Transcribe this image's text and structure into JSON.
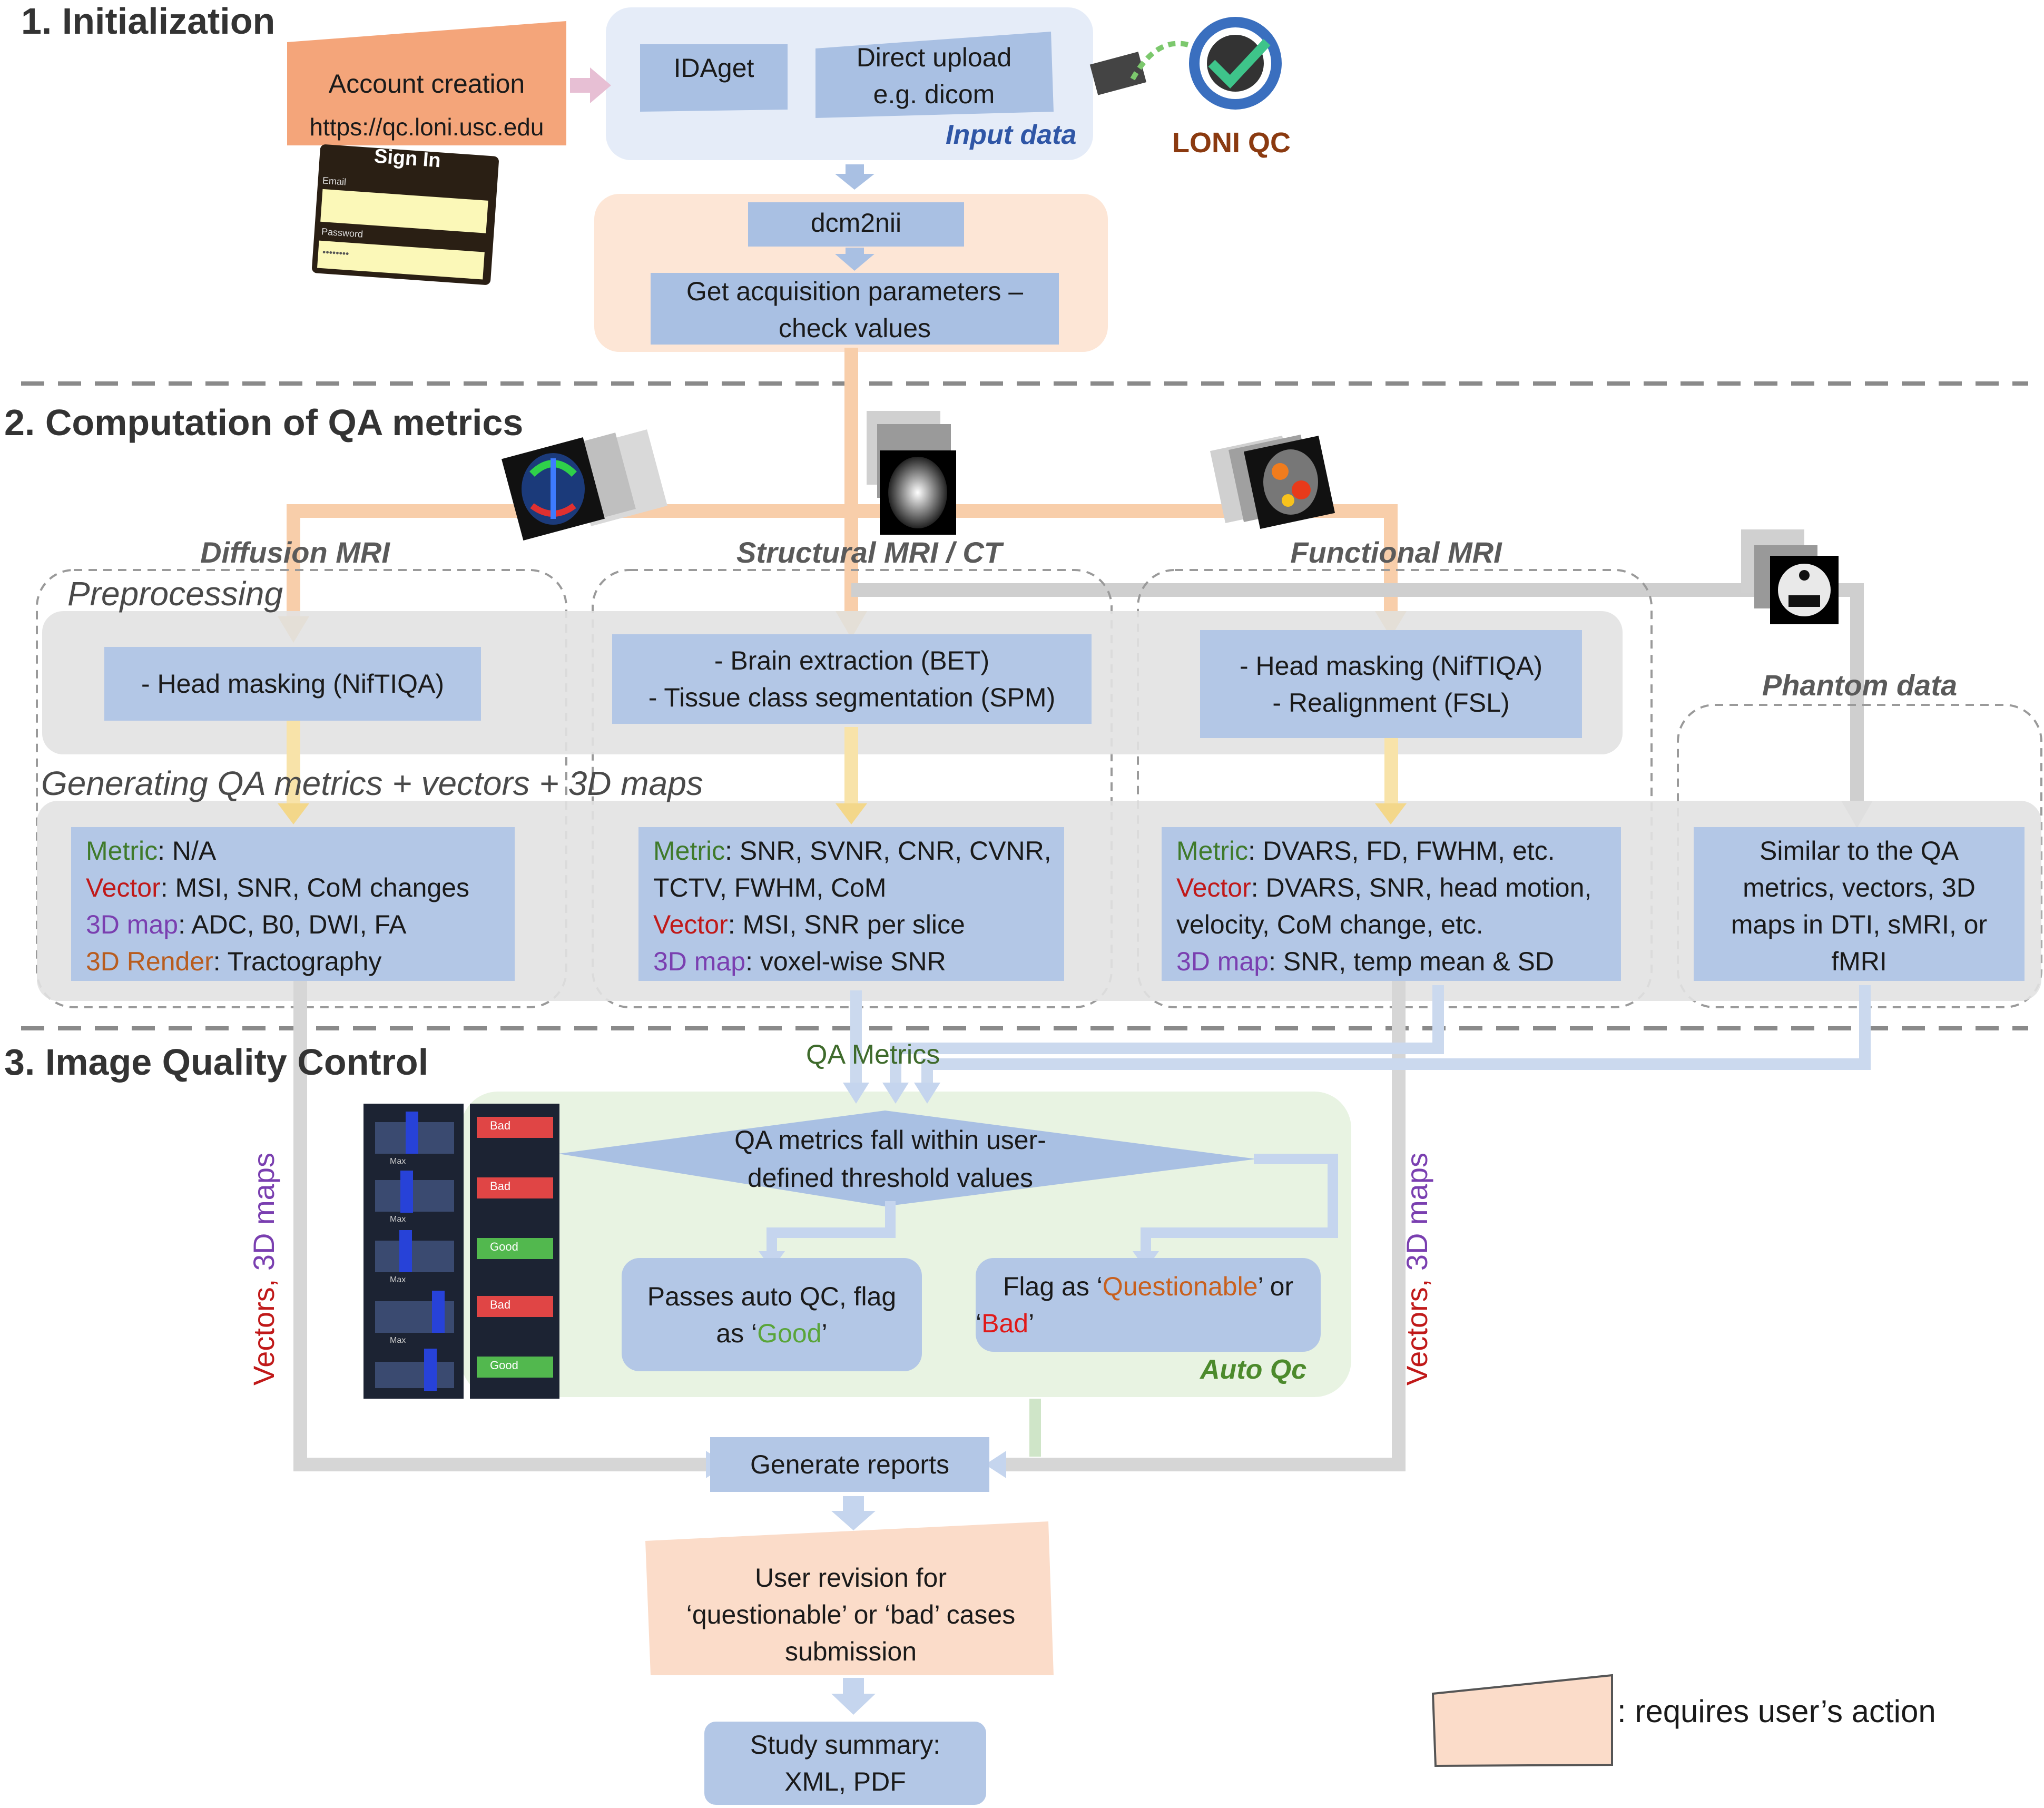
{
  "sections": {
    "s1": "1. Initialization",
    "s2": "2. Computation of QA metrics",
    "s3": "3.  Image Quality Control"
  },
  "init": {
    "account_line1": "Account creation",
    "account_line2": "https://qc.loni.usc.edu",
    "signin_title": "Sign In",
    "signin_email": "Email",
    "signin_password": "Password",
    "signin_dots": "••••••••",
    "idaget": "IDAget",
    "direct_upload_line1": "Direct upload",
    "direct_upload_line2": "e.g. dicom",
    "input_data": "Input data",
    "loni_qc": "LONI QC",
    "dcm2nii": "dcm2nii",
    "acq_line1": "Get acquisition parameters –",
    "acq_line2": "check values"
  },
  "columns": {
    "diffusion": "Diffusion MRI",
    "structural": "Structural MRI / CT",
    "functional": "Functional MRI",
    "phantom": "Phantom data"
  },
  "stages": {
    "preprocessing": "Preprocessing",
    "generating": "Generating QA metrics + vectors + 3D maps"
  },
  "preproc": {
    "diffusion": "- Head masking (NifTIQA)",
    "structural_line1": "- Brain extraction (BET)",
    "structural_line2": "- Tissue class segmentation (SPM)",
    "functional_line1": "- Head masking (NifTIQA)",
    "functional_line2": "- Realignment (FSL)"
  },
  "metrics": {
    "diffusion": {
      "metric_key": "Metric",
      "metric_val": ": N/A",
      "vector_key": "Vector",
      "vector_val": ": MSI, SNR, CoM changes",
      "map_key": "3D map",
      "map_val": ": ADC, B0, DWI, FA",
      "render_key": "3D Render",
      "render_val": ": Tractography"
    },
    "structural": {
      "metric_key": "Metric",
      "metric_val": ": SNR, SVNR, CNR, CVNR,",
      "metric_val2": "TCTV, FWHM, CoM",
      "vector_key": "Vector",
      "vector_val": ":  MSI, SNR per slice",
      "map_key": "3D map",
      "map_val": ": voxel-wise SNR"
    },
    "functional": {
      "metric_key": "Metric",
      "metric_val": ": DVARS, FD, FWHM, etc.",
      "vector_key": "Vector",
      "vector_val": ": DVARS, SNR, head motion,",
      "vector_val2": "velocity, CoM change, etc.",
      "map_key": "3D map",
      "map_val": ": SNR, temp mean & SD"
    },
    "phantom_line1": "Similar to the QA",
    "phantom_line2": "metrics, vectors, 3D",
    "phantom_line3": "maps in DTI, sMRI, or",
    "phantom_line4": "fMRI"
  },
  "qc": {
    "qa_metrics": "QA Metrics",
    "side_vectors": "Vectors,",
    "side_maps": " 3D maps",
    "decision_line1": "QA metrics fall within user-",
    "decision_line2": "defined threshold values",
    "pass_line1": "Passes auto QC, flag",
    "pass_pre": "as ‘",
    "pass_good": "Good",
    "pass_post": "’",
    "flag_pre": "Flag as ‘",
    "flag_questionable": "Questionable",
    "flag_mid": "’ or",
    "flag_pre2": "‘",
    "flag_bad": "Bad",
    "flag_post": "’",
    "auto_qc": "Auto Qc",
    "thumb_bad": "Bad",
    "thumb_good": "Good",
    "thumb_max": "Max",
    "generate_reports": "Generate reports",
    "revision_line1": "User revision for",
    "revision_line2": "‘questionable’ or ‘bad’ cases",
    "revision_line3": "submission",
    "summary_line1": "Study summary:",
    "summary_line2": "XML, PDF"
  },
  "legend": {
    "text": ": requires user’s action"
  },
  "colors": {
    "box_blue": "#b3c7e6",
    "user_action": "#f4a57a",
    "user_action_light": "#fbdcc9",
    "panel_gray": "#e2e2e2",
    "input_panel": "#e5ecf8",
    "auto_qc_panel": "#e8f3e2",
    "preproc_panel": "#fde6d6"
  }
}
